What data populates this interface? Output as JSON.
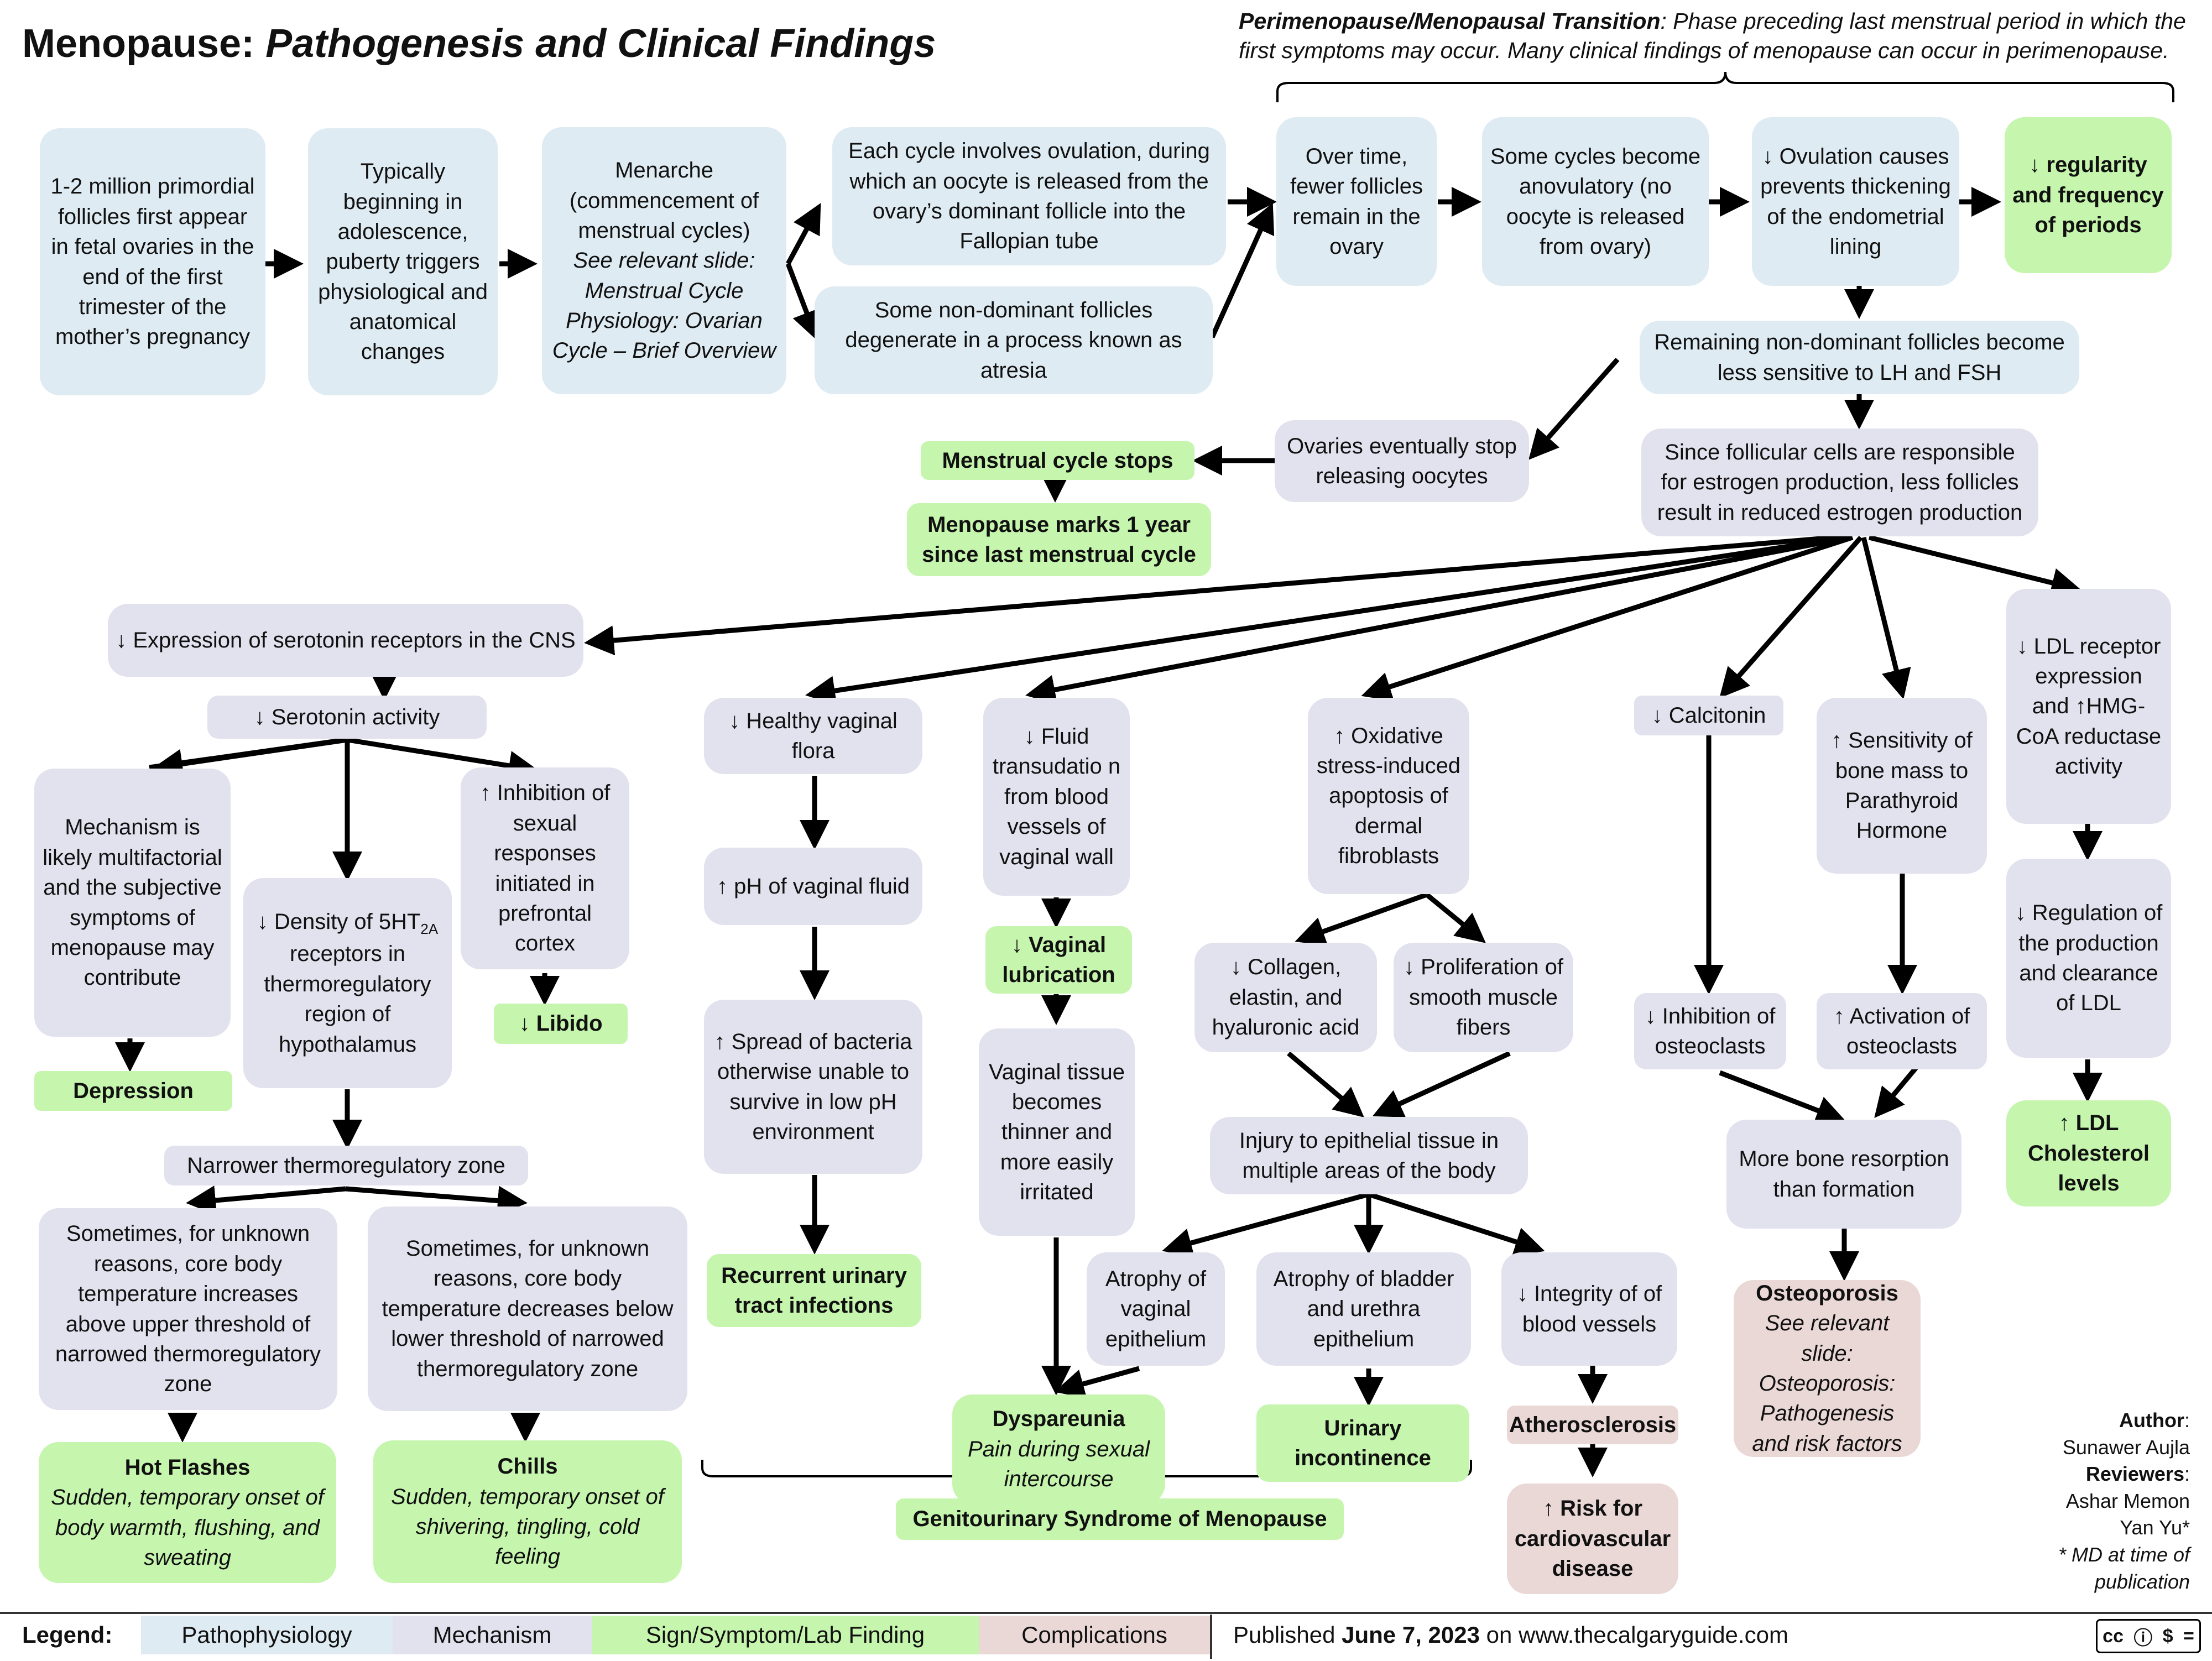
{
  "title": {
    "main": "Menopause:",
    "subtitle": "Pathogenesis and Clinical Findings"
  },
  "perimenopause": {
    "term": "Perimenopause/Menopausal Transition",
    "text": ": Phase preceding last menstrual period in which the first symptoms may occur. Many clinical findings of menopause can occur in perimenopause."
  },
  "boxes": {
    "follicles_fetal": "1-2 million primordial follicles first appear in fetal ovaries in the end of the first trimester of the mother’s pregnancy",
    "puberty": "Typically beginning in adolescence, puberty triggers physiological and anatomical changes",
    "menarche": "Menarche (commencement of menstrual cycles)",
    "menarche_see": "See relevant slide: Menstrual Cycle Physiology: Ovarian Cycle – Brief Overview",
    "ovulation_cycle": "Each cycle involves ovulation, during which an oocyte is released from the ovary’s dominant follicle into the Fallopian tube",
    "atresia": "Some non-dominant follicles degenerate in a process known as atresia",
    "fewer_follicles": "Over time, fewer follicles remain in the ovary",
    "anovulatory": "Some cycles become anovulatory (no oocyte is released from ovary)",
    "ovulation_down": "↓ Ovulation causes prevents thickening of the endometrial lining",
    "regularity": "↓ regularity and frequency of periods",
    "less_sensitive": "Remaining non-dominant follicles become less sensitive to LH and FSH",
    "ovaries_stop": "Ovaries eventually stop releasing oocytes",
    "cycle_stops": "Menstrual cycle stops",
    "menopause_marks": "Menopause marks 1 year since last menstrual cycle",
    "estrogen": "Since follicular cells are responsible for estrogen production, less follicles result in reduced estrogen production",
    "serotonin_receptors": "↓ Expression of serotonin receptors in the CNS",
    "serotonin_activity": "↓ Serotonin activity",
    "multifactorial": "Mechanism is likely multifactorial and the subjective symptoms of menopause may contribute",
    "depression": "Depression",
    "density_pre": "↓ Density of 5HT",
    "density_sub": "2A",
    "density_post": " receptors in thermoregulatory region of hypothalamus",
    "inhibition_sexual": "↑ Inhibition of sexual responses initiated in prefrontal cortex",
    "libido": "↓ Libido",
    "narrower_zone": "Narrower thermoregulatory zone",
    "temp_increase": "Sometimes, for unknown reasons, core body temperature increases above upper threshold of narrowed thermoregulatory zone",
    "temp_decrease": "Sometimes, for unknown reasons, core body temperature decreases below lower threshold of narrowed thermoregulatory zone",
    "hot_flashes_title": "Hot Flashes",
    "hot_flashes_desc": "Sudden, temporary onset of body warmth, flushing, and sweating",
    "chills_title": "Chills",
    "chills_desc": "Sudden, temporary onset of shivering, tingling, cold feeling",
    "vaginal_flora": "↓ Healthy vaginal flora",
    "ph_vaginal": "↑ pH of vaginal fluid",
    "spread_bacteria": "↑ Spread of bacteria otherwise unable to survive in low pH environment",
    "uti": "Recurrent urinary tract infections",
    "fluid_transudation": "↓ Fluid transudatio n from blood vessels of vaginal wall",
    "vaginal_lubrication": "↓ Vaginal lubrication",
    "vaginal_tissue": "Vaginal tissue becomes thinner and more easily irritated",
    "dyspareunia_title": "Dyspareunia",
    "dyspareunia_desc": "Pain during sexual intercourse",
    "oxidative_stress": "↑ Oxidative stress-induced apoptosis of dermal fibroblasts",
    "collagen": "↓ Collagen, elastin, and hyaluronic acid",
    "proliferation_smooth": "↓ Proliferation of smooth muscle fibers",
    "injury_epithelial": "Injury to epithelial tissue in multiple areas of the body",
    "atrophy_vaginal": "Atrophy of vaginal epithelium",
    "atrophy_bladder": "Atrophy of bladder and urethra epithelium",
    "urinary_incontinence": "Urinary incontinence",
    "integrity_vessels": "↓ Integrity of of blood vessels",
    "atherosclerosis": "Atherosclerosis",
    "cardio_risk": "↑ Risk for cardiovascular disease",
    "gsm": "Genitourinary Syndrome of Menopause",
    "calcitonin": "↓ Calcitonin",
    "inhibition_osteoclasts": "↓ Inhibition of osteoclasts",
    "sensitivity_pth": "↑ Sensitivity of bone mass to Parathyroid Hormone",
    "activation_osteoclasts": "↑ Activation of osteoclasts",
    "bone_resorption": "More bone resorption than formation",
    "osteoporosis_title": "Osteoporosis",
    "osteoporosis_see": "See relevant slide: Osteoporosis: Pathogenesis and risk factors",
    "ldl_receptor": "↓ LDL receptor expression and ↑HMG-CoA reductase activity",
    "ldl_regulation": "↓ Regulation of the production and clearance of LDL",
    "ldl_levels": "↑ LDL Cholesterol levels"
  },
  "credits": {
    "author_label": "Author",
    "author": "Sunawer Aujla",
    "reviewers_label": "Reviewers",
    "reviewer1": "Ashar Memon",
    "reviewer2": "Yan Yu*",
    "note": "* MD at time of publication"
  },
  "legend": {
    "label": "Legend:",
    "pathophysiology": "Pathophysiology",
    "mechanism": "Mechanism",
    "sign": "Sign/Symptom/Lab Finding",
    "complications": "Complications",
    "published_pre": "Published ",
    "published_date": "June 7, 2023",
    "published_post": " on www.thecalgaryguide.com"
  },
  "colors": {
    "pathophysiology": "#deebf2",
    "mechanism": "#e2e1ee",
    "sign": "#c6f5ae",
    "complications": "#ead8d6"
  }
}
